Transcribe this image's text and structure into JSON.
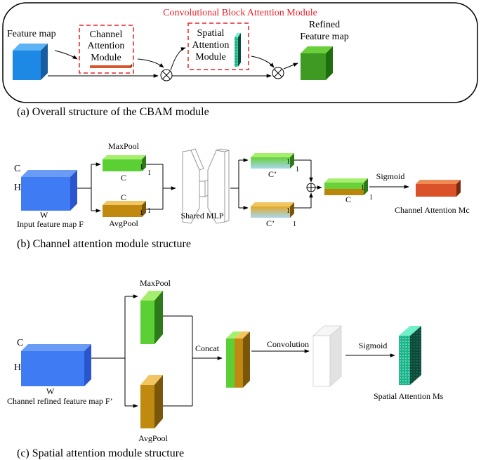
{
  "part_a": {
    "title": "Convolutional Block Attention Module",
    "feature_map": "Feature map",
    "cam_lines": [
      "Channel",
      "Attention",
      "Module"
    ],
    "sam_lines": [
      "Spatial",
      "Attention",
      "Module"
    ],
    "refined_lines": [
      "Refined",
      "Feature map"
    ]
  },
  "part_b": {
    "input_c": "C",
    "input_h": "H",
    "input_w": "W",
    "input_label": "Input feature map F",
    "maxpool": "MaxPool",
    "avgpool": "AvgPool",
    "c": "C",
    "c_prime": "C’",
    "one": "1",
    "shared_mlp": "Shared MLP",
    "sigmoid": "Sigmoid",
    "channel_attention": "Channel Attention Mc"
  },
  "part_c": {
    "input_c": "C",
    "input_h": "H",
    "input_w": "W",
    "input_label": "Channel refined feature map F’",
    "maxpool": "MaxPool",
    "avgpool": "AvgPool",
    "concat": "Concat",
    "convolution": "Convolution",
    "sigmoid": "Sigmoid",
    "spatial_attention": "Spatial Attention Ms"
  },
  "captions": {
    "a": "(a) Overall structure of the CBAM module",
    "b": "(b) Channel attention module structure",
    "c": "(c) Spatial attention module structure"
  },
  "colors": {
    "title_red": "#e8202a",
    "feature_blue": "#3f7bf2",
    "maxpool_green": "#5ad035",
    "avgpool_gold": "#c08a10",
    "channel_attention_orange": "#d9522a",
    "spatial_attention_teal": "#1ab58b",
    "refined_green": "#3f9a24"
  }
}
